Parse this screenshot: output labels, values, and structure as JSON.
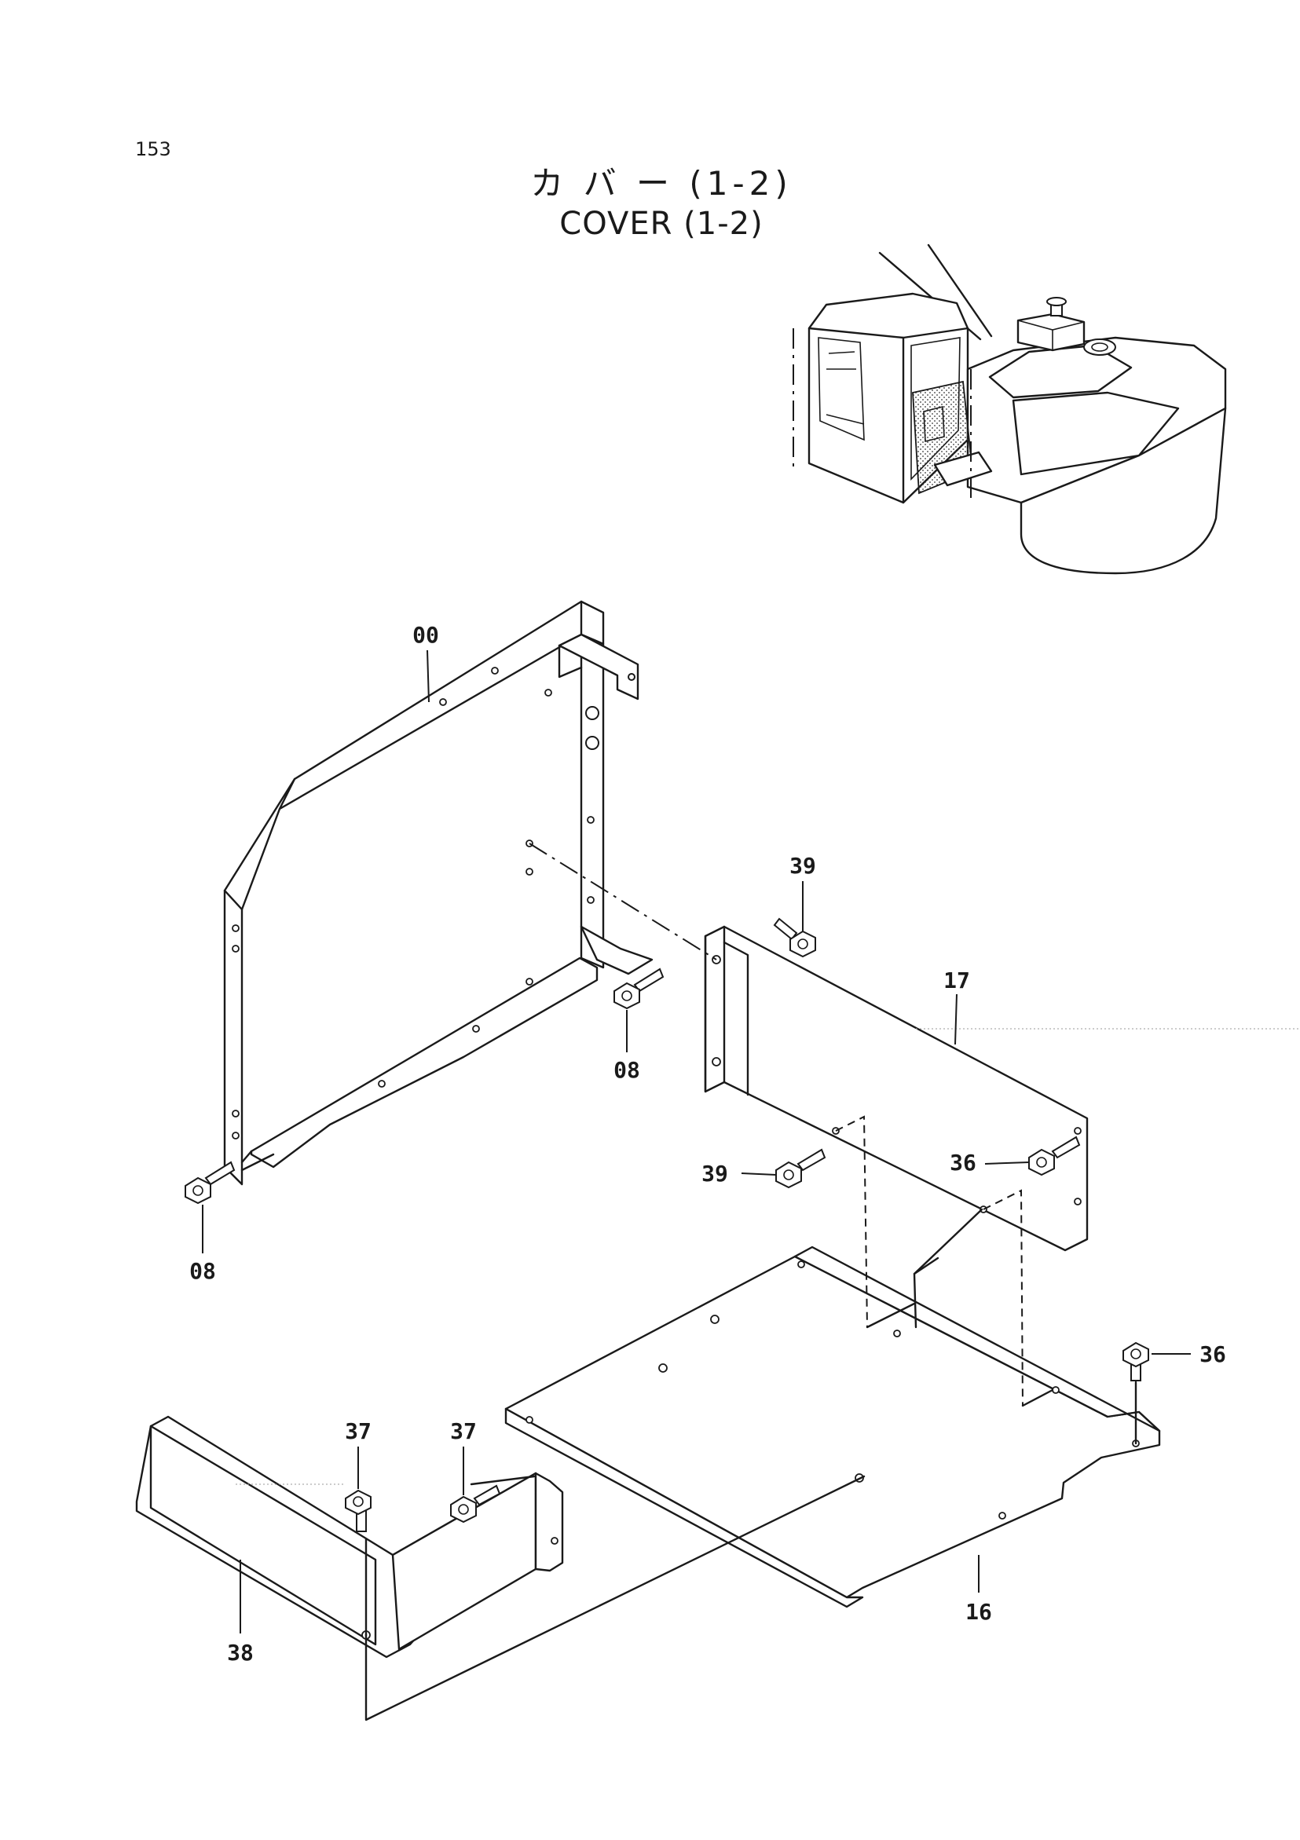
{
  "page": {
    "number": "153",
    "title_jp": "カ バ ー  (1-2)",
    "title_en": "COVER (1-2)"
  },
  "callouts": {
    "frame": "00",
    "cover_upper": "17",
    "plate_floor": "16",
    "plate_lower": "38",
    "bolt_frame_bottom": "08",
    "bolt_frame_mid": "08",
    "bolt_cover_top": "39",
    "bolt_cover_left": "39",
    "bolt_cover_right": "36",
    "bolt_floor_right": "36",
    "bolt_lower_a": "37",
    "bolt_lower_b": "37"
  }
}
